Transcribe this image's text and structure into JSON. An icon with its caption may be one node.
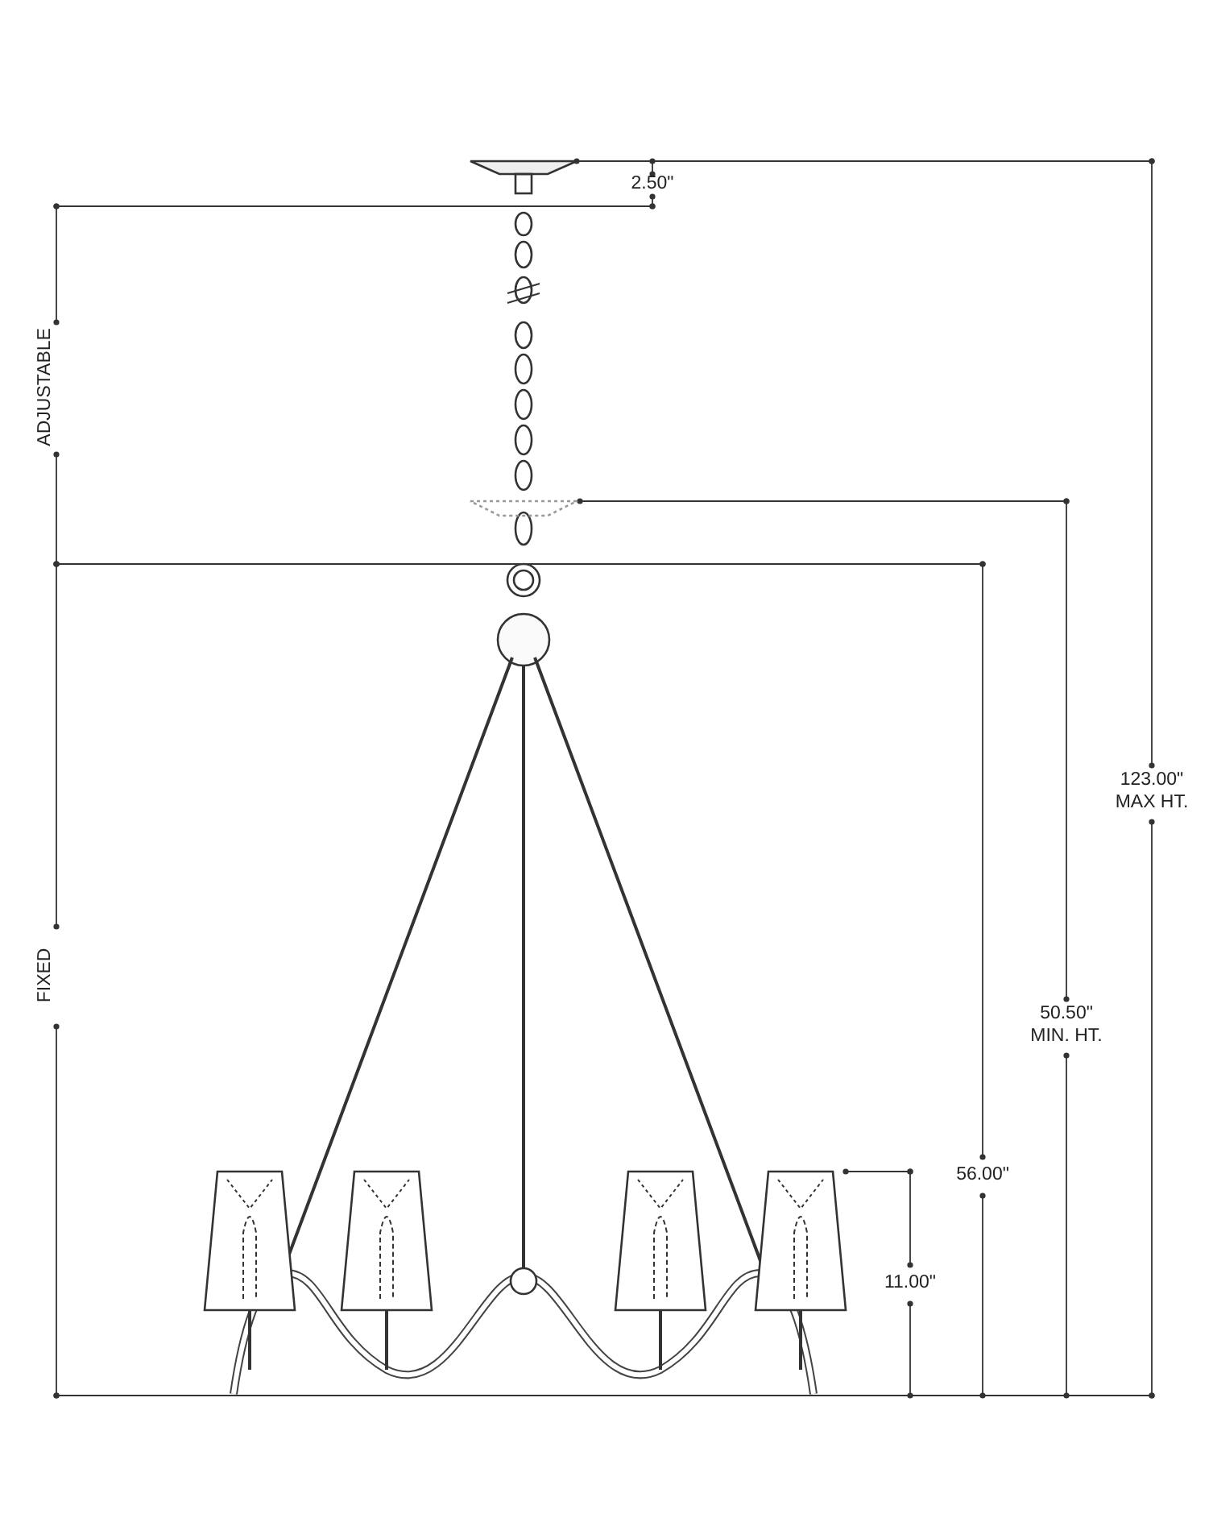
{
  "diagram": {
    "labels": [
      "2.50\"",
      "ADJUSTABLE",
      "FIXED",
      "123.00\" MAX HT.",
      "50.50\" MIN. HT.",
      "56.00\"",
      "11.00\""
    ]
  }
}
